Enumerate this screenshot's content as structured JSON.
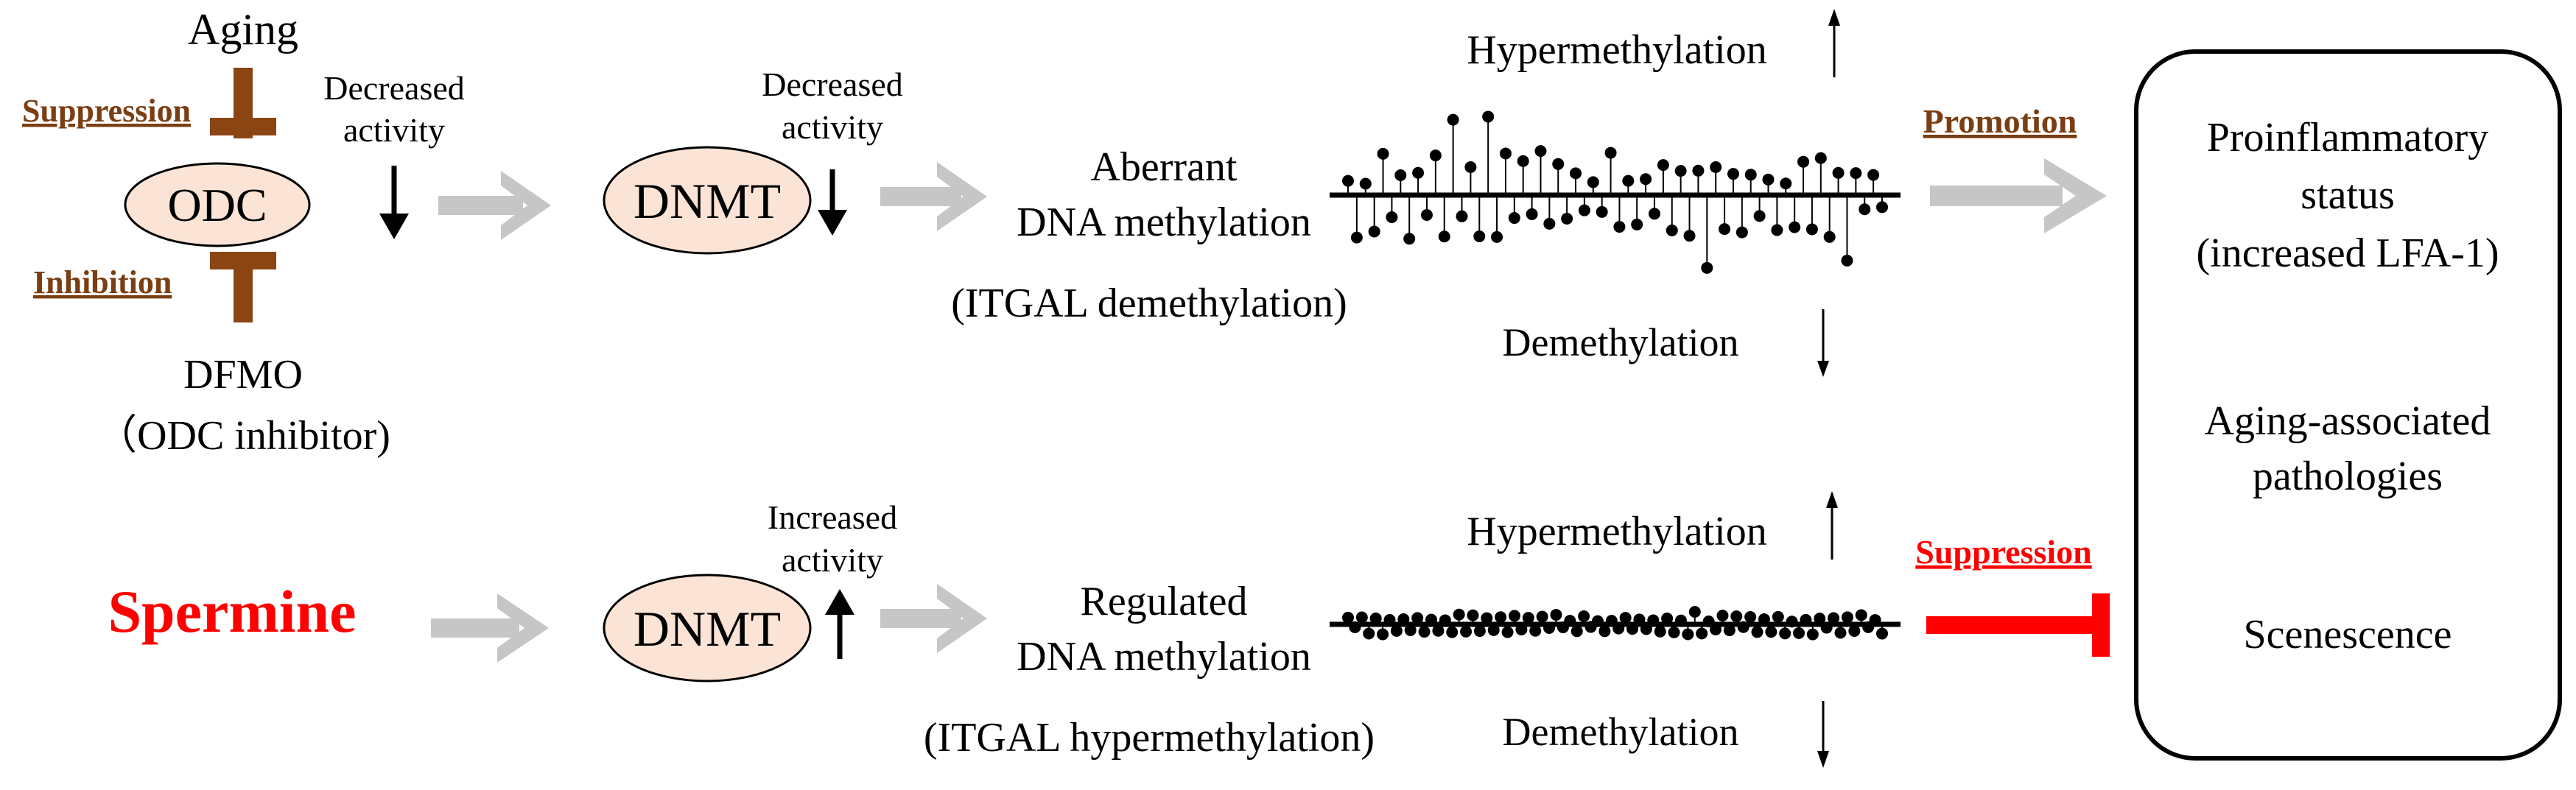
{
  "colors": {
    "brown": "#8b4513",
    "brown_text": "#7a3e12",
    "red": "#ff0000",
    "oval_fill": "#fbe4d6",
    "gray_arrow": "#c6c6c6",
    "black": "#000000"
  },
  "left": {
    "aging": "Aging",
    "suppression": "Suppression",
    "inhibition": "Inhibition",
    "odc": "ODC",
    "dfmo": "DFMO",
    "dfmo_note": "（ODC inhibitor)",
    "spermine": "Spermine"
  },
  "top_row": {
    "odc_activity_line1": "Decreased",
    "odc_activity_line2": "activity",
    "dnmt": "DNMT",
    "dnmt_activity_line1": "Decreased",
    "dnmt_activity_line2": "activity",
    "outcome_line1": "Aberrant",
    "outcome_line2": "DNA methylation",
    "outcome_note": "(ITGAL demethylation)",
    "hyper": "Hypermethylation",
    "demeth": "Demethylation",
    "effect": "Promotion"
  },
  "bottom_row": {
    "dnmt": "DNMT",
    "dnmt_activity_line1": "Increased",
    "dnmt_activity_line2": "activity",
    "outcome_line1": "Regulated",
    "outcome_line2": "DNA methylation",
    "outcome_note": "(ITGAL hypermethylation)",
    "hyper": "Hypermethylation",
    "demeth": "Demethylation",
    "effect": "Suppression"
  },
  "outcome_box": {
    "item1_line1": "Proinflammatory",
    "item1_line2": "status",
    "item1_line3": "(increased LFA-1)",
    "item2_line1": "Aging-associated",
    "item2_line2": "pathologies",
    "item3": "Scenescence"
  },
  "icons": [
    "down-arrow-icon",
    "up-arrow-icon",
    "gray-right-arrow-icon",
    "inhibition-bar-icon",
    "lollipop-methylation-plot"
  ]
}
